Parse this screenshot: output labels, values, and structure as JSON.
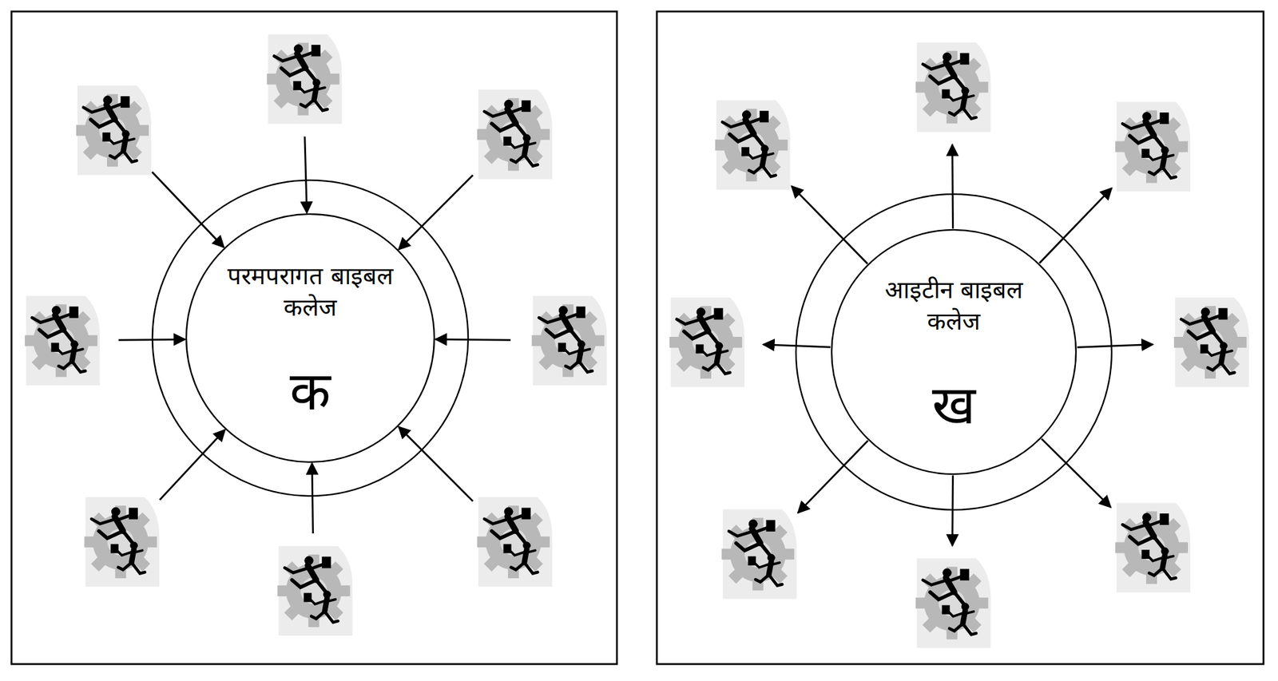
{
  "diagram": {
    "nodes": [
      {
        "text": [
          "परमपरागत बाइबल कलेज",
          "क"
        ]
      },
      {
        "text": [
          "आइटीन बाइबल कलेज",
          "ख"
        ]
      }
    ]
  }
}
